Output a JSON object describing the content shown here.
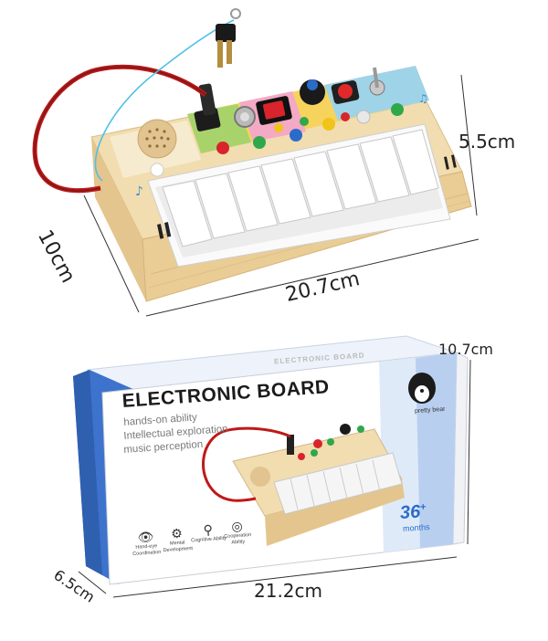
{
  "dimensions": {
    "top_height": "5.5cm",
    "top_depth": "10cm",
    "top_length": "20.7cm",
    "box_height": "10.7cm",
    "box_depth": "6.5cm",
    "box_length": "21.2cm"
  },
  "box": {
    "lid_text": "ELECTRONIC BOARD",
    "title": "ELECTRONIC BOARD",
    "features": [
      "hands-on ability",
      "Intellectual exploration",
      "music perception"
    ],
    "brand": "pretty bear",
    "age_number": "36",
    "age_plus": "+",
    "age_unit": "months",
    "skills": [
      {
        "icon": "eye-hand-icon",
        "label": "Hand-eye Coordination"
      },
      {
        "icon": "head-gear-icon",
        "label": "Mental Development"
      },
      {
        "icon": "magnifier-icon",
        "label": "Cognitive Ability"
      },
      {
        "icon": "target-icon",
        "label": "Cooperation Ability"
      }
    ]
  },
  "colors": {
    "wood": "#e7cd9a",
    "wood_side": "#d9b97d",
    "panel": "#f3e3bc",
    "box_blue": "#3d73cc",
    "accent_blue": "#2a6cc9",
    "red": "#d8242a",
    "green": "#2fa84a",
    "yellow": "#f0c419",
    "cable": "#c01818"
  }
}
